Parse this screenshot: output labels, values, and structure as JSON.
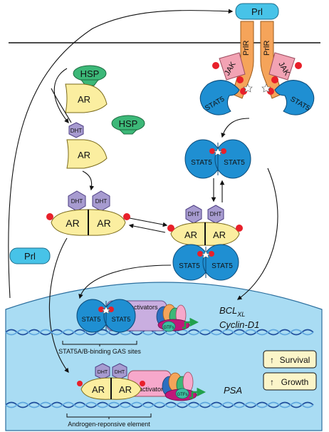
{
  "ligand": {
    "prl_top": "Prl",
    "prl_left": "Prl"
  },
  "receptor": {
    "prlr_left": "PrlR",
    "prlr_right": "PrlR",
    "jak_left": "JAK",
    "jak_right": "JAK"
  },
  "stat5": {
    "label": "STAT5"
  },
  "chaperone": {
    "hsp_top": "HSP",
    "hsp_mid": "HSP"
  },
  "androgen": {
    "ar": "AR",
    "dht": "DHT"
  },
  "nucleus": {
    "coactivators_top": "co-activators",
    "coactivators_bottom": "co-activators",
    "gtf": "GTFs",
    "gas_sites": "STAT5A/B-binding GAS sites",
    "are_sites": "Androgen-reponsive element",
    "gene_bcl_main": "BCL",
    "gene_bcl_sub": "XL",
    "gene_cyclin": "Cyclin-D1",
    "gene_psa": "PSA",
    "outcome_survival": "Survival",
    "outcome_growth": "Growth",
    "up_arrow": "↑"
  },
  "colors": {
    "membrane": "#000000",
    "nucleus_fill": "#a9dcf3",
    "stat5": "#1f8fd2",
    "ar": "#fbeea0",
    "dht": "#a79bd0",
    "hsp": "#3cb878",
    "prl": "#47c3e8",
    "prlr": "#f5a45a",
    "jak": "#f2a3b4",
    "phospho": "#e8202a",
    "coactivator": "#c9aee0",
    "coactivator_ar": "#f7a8cb",
    "outcome_box": "#fbf5c9"
  }
}
